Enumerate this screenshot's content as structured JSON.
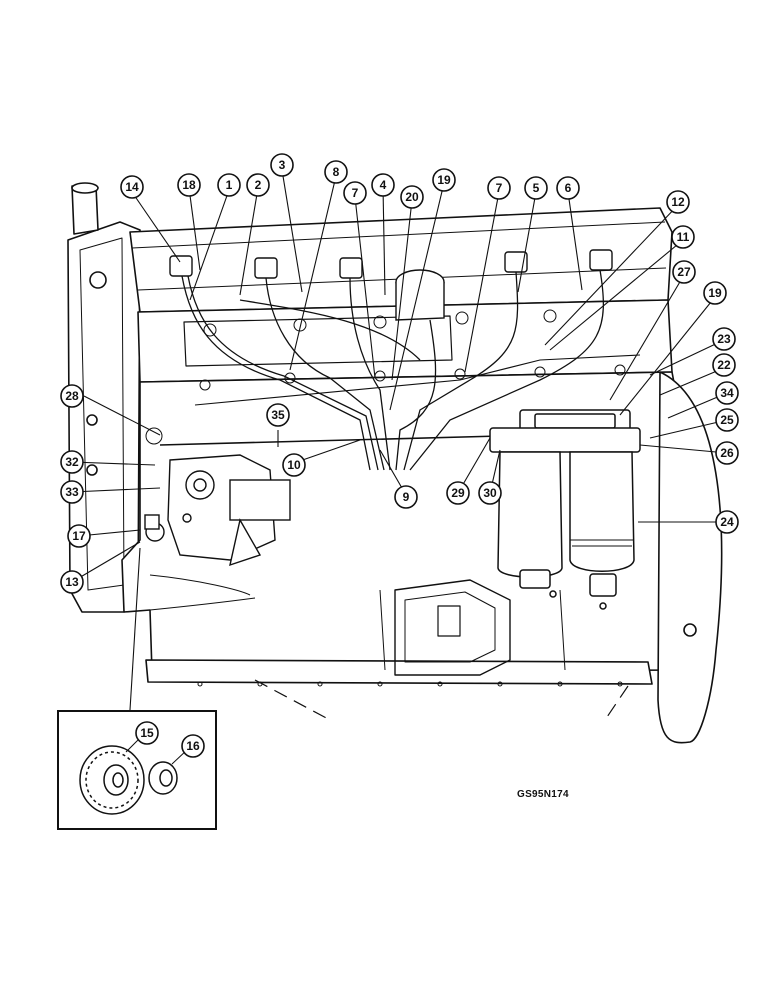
{
  "figure_code": "GS95N174",
  "callouts": [
    "1",
    "2",
    "3",
    "4",
    "5",
    "6",
    "7",
    "7",
    "8",
    "9",
    "10",
    "11",
    "12",
    "13",
    "14",
    "15",
    "16",
    "17",
    "18",
    "19",
    "19",
    "20",
    "22",
    "23",
    "24",
    "25",
    "26",
    "27",
    "28",
    "29",
    "30",
    "32",
    "33",
    "34",
    "35"
  ],
  "part_labels": {
    "engine": "engine-block",
    "detail": "gear-detail-inset"
  },
  "colors": {
    "ink": "#111111",
    "paper": "#ffffff"
  }
}
